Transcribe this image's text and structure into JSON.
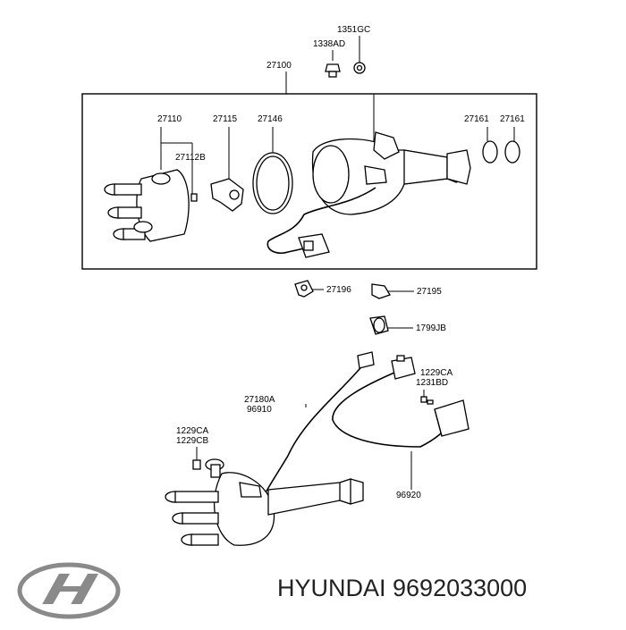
{
  "labels": {
    "p1351gc": "1351GC",
    "p1338ad": "1338AD",
    "p27100": "27100",
    "p27110": "27110",
    "p27115": "27115",
    "p27146": "27146",
    "p27112b": "27112B",
    "p27161a": "27161",
    "p27161b": "27161",
    "p27196": "27196",
    "p27195": "27195",
    "p1799jb": "1799JB",
    "p1229ca_r": "1229CA",
    "p1231bd": "1231BD",
    "p27180a": "27180A",
    "p96910": "96910",
    "p1229ca_l": "1229CA",
    "p1229cb": "1229CB",
    "p96920": "96920"
  },
  "footer": {
    "brand_text": "HYUNDAI 9692033000"
  },
  "colors": {
    "ink": "#000000",
    "footer_text": "#222222",
    "logo": "#8a8a8a"
  },
  "icons": {
    "logo": "hyundai-logo-icon"
  }
}
